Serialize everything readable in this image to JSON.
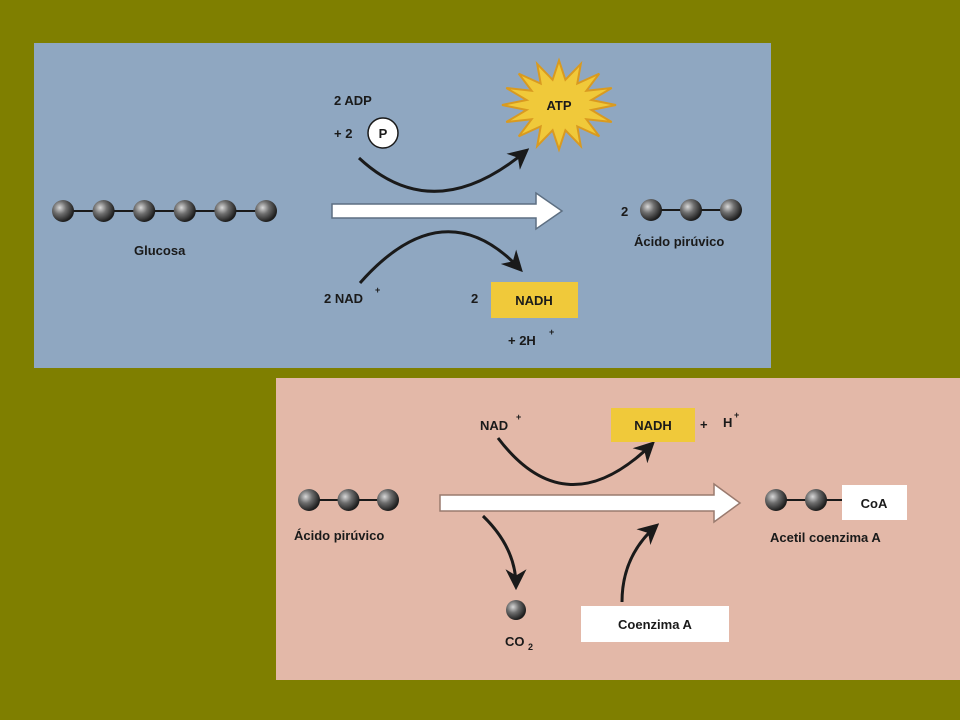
{
  "colors": {
    "background": "#7f7f00",
    "top_panel": "#8fa7c1",
    "bottom_panel": "#e3b8a8",
    "highlight": "#f0c93a",
    "atp_burst": "#f0c93a",
    "arrow": "#ffffff"
  },
  "glycolysis": {
    "adp_label": "2 ADP",
    "plus_phosphate": "+ 2",
    "phosphate_symbol": "P",
    "atp_label": "ATP",
    "glucose_label": "Glucosa",
    "nad_label": "2 NAD",
    "nad_sup": "+",
    "nadh_coef": "2",
    "nadh_label": "NADH",
    "h_label": "+ 2H",
    "h_sup": "+",
    "pyruvate_coef": "2",
    "pyruvate_label": "Ácido pirúvico",
    "glucose_carbons": 6,
    "pyruvate_carbons": 3
  },
  "oxidation": {
    "nad_label": "NAD",
    "nad_sup": "+",
    "nadh_label": "NADH",
    "plus": "+",
    "h_label": "H",
    "h_sup": "+",
    "pyruvate_label": "Ácido pirúvico",
    "coa_label": "CoA",
    "acetyl_label": "Acetil coenzima A",
    "co2_label": "CO",
    "co2_sub": "2",
    "coenzyme_label": "Coenzima A",
    "pyruvate_carbons": 3,
    "acetyl_carbons": 2,
    "co2_carbons": 1
  }
}
